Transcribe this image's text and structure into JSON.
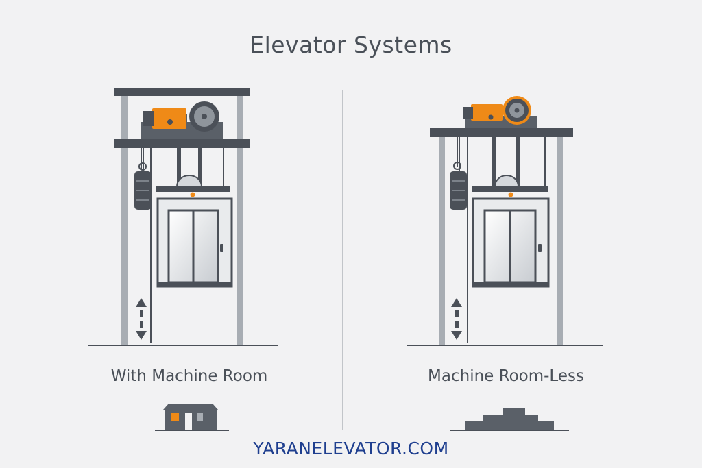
{
  "title": "Elevator Systems",
  "panels": [
    {
      "label": "With Machine Room",
      "icon": "building-with-machine-room-icon"
    },
    {
      "label": "Machine Room-Less",
      "icon": "stepped-roofline-icon"
    }
  ],
  "footer": "YARANELEVATOR.COM",
  "colors": {
    "background": "#f2f2f3",
    "structure": "#4b5058",
    "rail": "#a8adb3",
    "accent": "#ef8a17",
    "footer_text": "#1f3f8f"
  }
}
